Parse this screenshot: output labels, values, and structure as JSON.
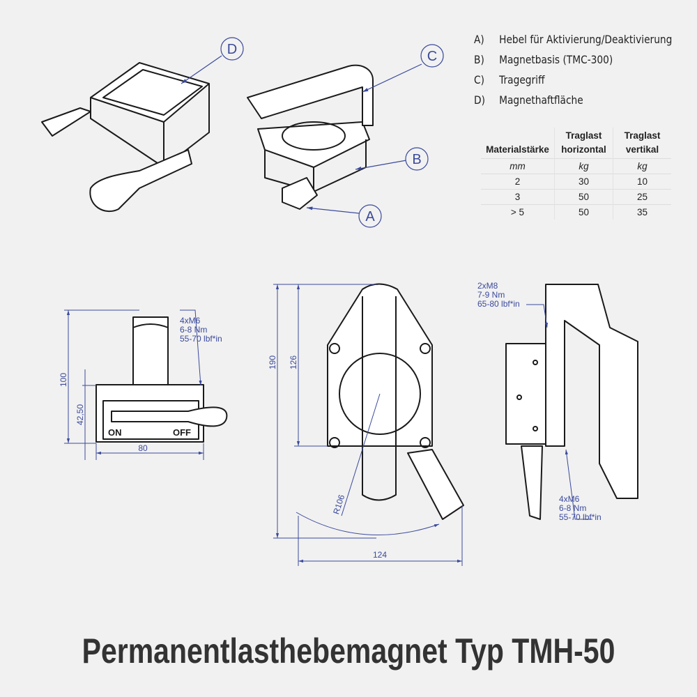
{
  "legend": [
    {
      "key": "A)",
      "label": "Hebel für Aktivierung/Deaktivierung"
    },
    {
      "key": "B)",
      "label": "Magnetbasis (TMC-300)"
    },
    {
      "key": "C)",
      "label": "Tragegriff"
    },
    {
      "key": "D)",
      "label": "Magnethaftfläche"
    }
  ],
  "callouts": {
    "a": "A",
    "b": "B",
    "c": "C",
    "d": "D"
  },
  "table": {
    "headers": [
      "Materialstärke",
      "Traglast horizontal",
      "Traglast vertikal"
    ],
    "units": [
      "mm",
      "kg",
      "kg"
    ],
    "rows": [
      [
        "2",
        "30",
        "10"
      ],
      [
        "3",
        "50",
        "25"
      ],
      [
        "> 5",
        "50",
        "35"
      ]
    ]
  },
  "front_view": {
    "dim_height": "100",
    "dim_base": "42,50",
    "dim_width": "80",
    "note": [
      "4xM6",
      "6-8 Nm",
      "55-70 lbf*in"
    ],
    "switch_on": "ON",
    "switch_off": "OFF"
  },
  "top_view": {
    "dim_total": "190",
    "dim_body": "126",
    "dim_radius": "R106",
    "dim_width": "124"
  },
  "side_view": {
    "note_top": [
      "2xM8",
      "7-9 Nm",
      "65-80 lbf*in"
    ],
    "note_bottom": [
      "4xM6",
      "6-8 Nm",
      "55-70 lbf*in"
    ]
  },
  "title": "Permanentlasthebemagnet Typ TMH-50",
  "colors": {
    "dimension": "#3b4a9c",
    "line": "#1a1a1a",
    "background": "#f1f1f1"
  }
}
